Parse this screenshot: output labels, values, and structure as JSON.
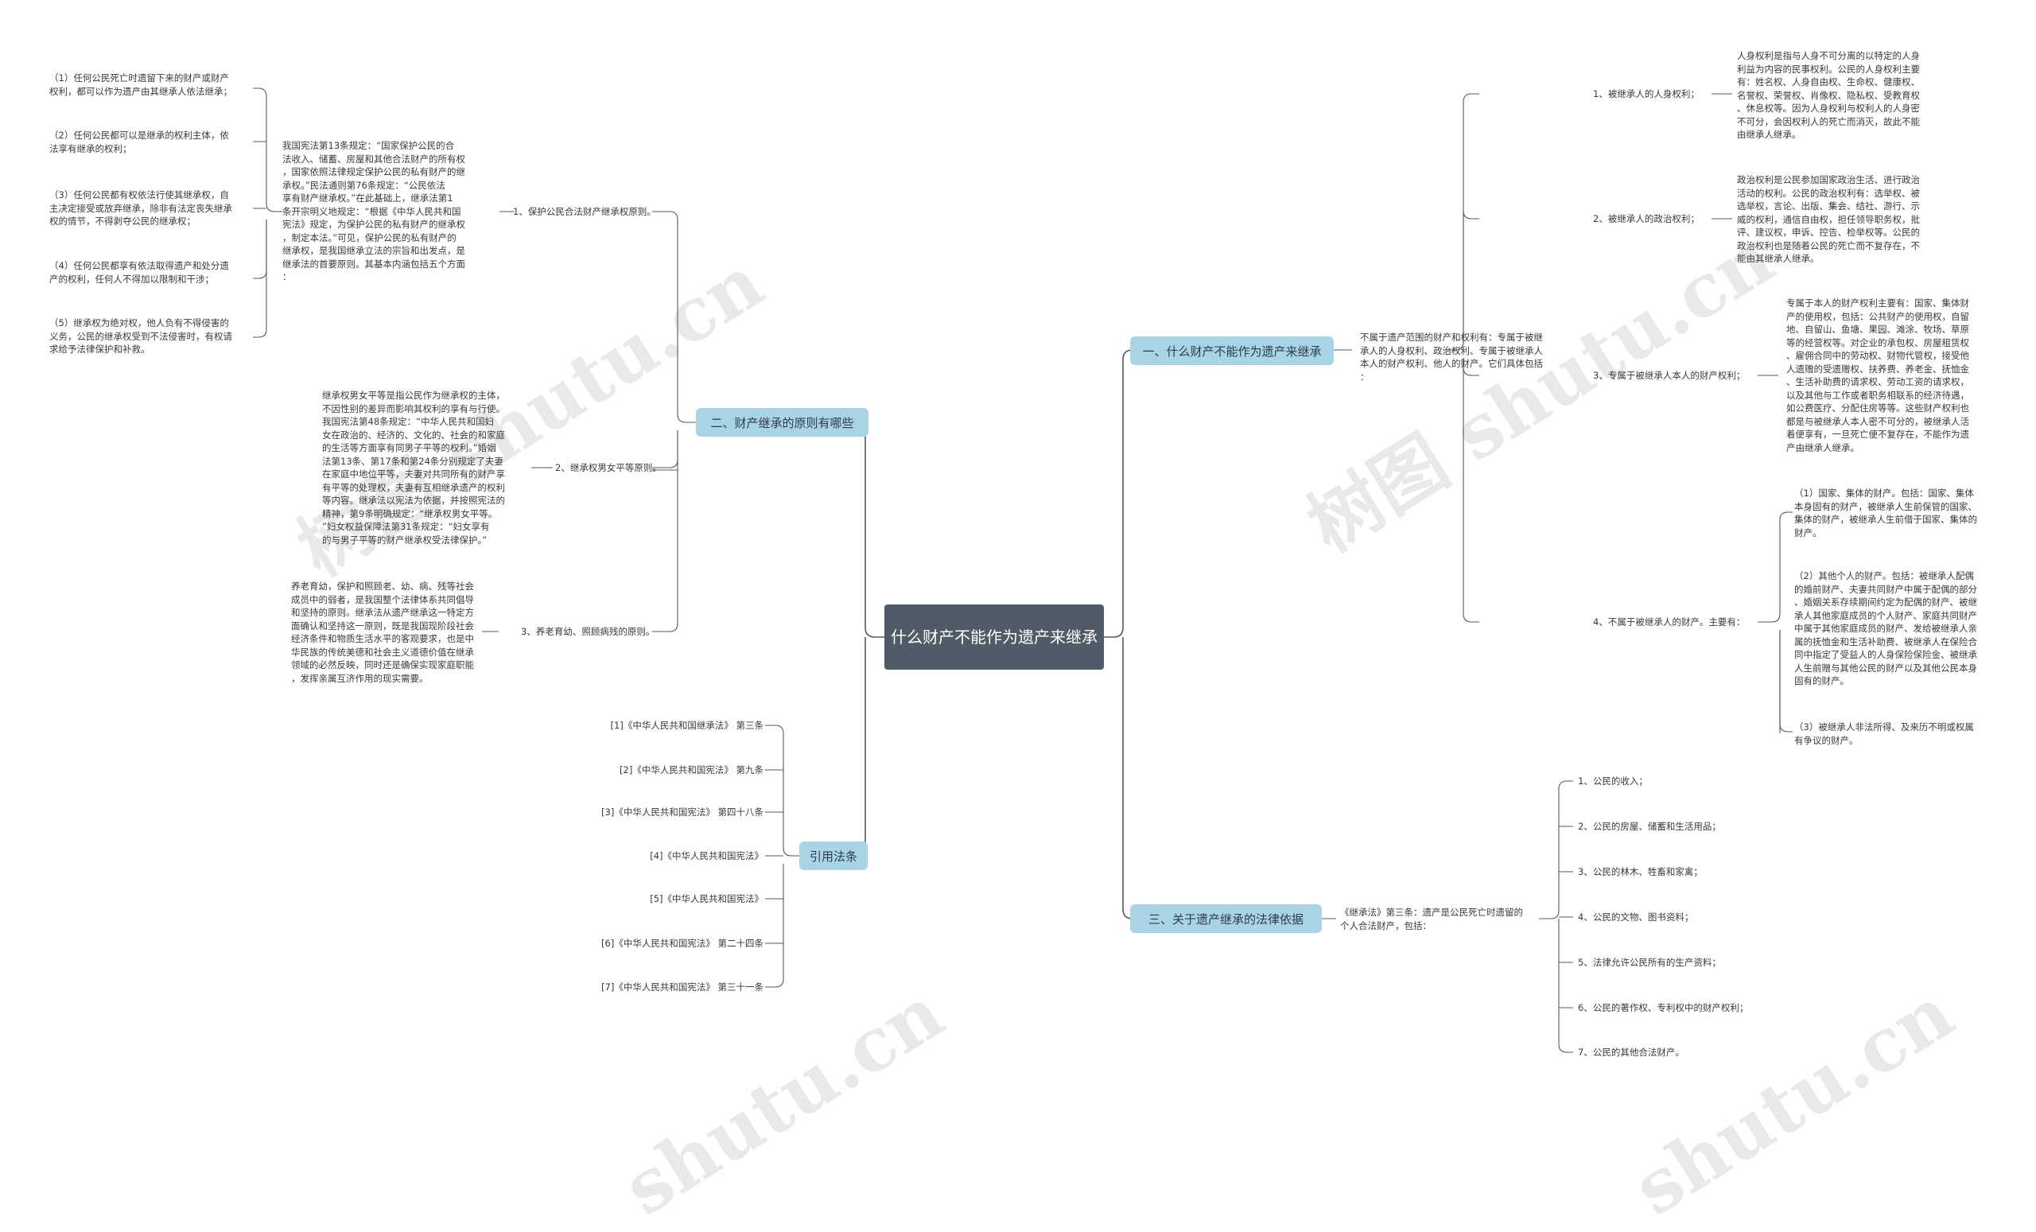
{
  "root": "什么财产不能作为遗产来继承",
  "watermarks": [
    "树图 shutu.cn",
    "树图 shutu.cn",
    "shutu.cn",
    "shutu.cn"
  ],
  "branches": {
    "b1": {
      "label": "一、什么财产不能作为遗产来继承",
      "intro": "不属于遗产范围的财产和权利有：专属于被继\n承人的人身权利、政治权利、专属于被继承人\n本人的财产权利、他人的财产。它们具体包括\n：",
      "items": [
        {
          "label": "1、被继承人的人身权利；",
          "detail": "人身权利是指与人身不可分离的以特定的人身\n利益为内容的民事权利。公民的人身权利主要\n有：姓名权、人身自由权、生命权、健康权、\n名誉权、荣誉权、肖像权、隐私权、受教育权\n、休息权等。因为人身权利与权利人的人身密\n不可分，会因权利人的死亡而消灭，故此不能\n由继承人继承。"
        },
        {
          "label": "2、被继承人的政治权利；",
          "detail": "政治权利是公民参加国家政治生活、进行政治\n活动的权利。公民的政治权利有：选举权、被\n选举权，言论、出版、集会、结社、游行、示\n威的权利，通信自由权，担任领导职务权，批\n评、建议权，申诉、控告、检举权等。公民的\n政治权利也是随着公民的死亡而不复存在，不\n能由其继承人继承。"
        },
        {
          "label": "3、专属于被继承人本人的财产权利；",
          "detail": "专属于本人的财产权利主要有：国家、集体财\n产的使用权，包括：公共财产的使用权，自留\n地、自留山、鱼塘、果园、滩涂、牧场、草原\n等的经营权等。对企业的承包权、房屋租赁权\n、雇佣合同中的劳动权、财物代管权，接受他\n人遗赠的受遗赠权、扶养费、养老金、抚恤金\n、生活补助费的请求权、劳动工资的请求权，\n以及其他与工作或者职务相联系的经济待遇，\n如公费医疗、分配住房等等。这些财产权利也\n都是与被继承人本人密不可分的，被继承人活\n着便享有，一旦死亡便不复存在，不能作为遗\n产由继承人继承。"
        },
        {
          "label": "4、不属于被继承人的财产。主要有：",
          "subs": [
            "（1）国家、集体的财产。包括：国家、集体\n本身固有的财产，被继承人生前保管的国家、\n集体的财产，被继承人生前借于国家、集体的\n财产。",
            "（2）其他个人的财产。包括：被继承人配偶\n的婚前财产、夫妻共同财产中属于配偶的部分\n、婚姻关系存续期间约定为配偶的财产、被继\n承人其他家庭成员的个人财产、家庭共同财产\n中属于其他家庭成员的财产、发给被继承人亲\n属的抚恤金和生活补助费、被继承人在保险合\n同中指定了受益人的人身保险保险金、被继承\n人生前赠与其他公民的财产以及其他公民本身\n固有的财产。",
            "（3）被继承人非法所得、及来历不明或权属\n有争议的财产。"
          ]
        }
      ]
    },
    "b2": {
      "label": "二、财产继承的原则有哪些",
      "items": [
        {
          "label": "1、保护公民合法财产继承权原则。",
          "detail": "我国宪法第13条规定：“国家保护公民的合\n法收入、储蓄、房屋和其他合法财产的所有权\n，国家依照法律规定保护公民的私有财产的继\n承权。”民法通则第76条规定：“公民依法\n享有财产继承权。”在此基础上，继承法第1\n条开宗明义地规定：“根据《中华人民共和国\n宪法》规定，为保护公民的私有财产的继承权\n，制定本法。”可见，保护公民的私有财产的\n继承权，是我国继承立法的宗旨和出发点，是\n继承法的首要原则。其基本内涵包括五个方面\n：",
          "subs": [
            "（1）任何公民死亡时遗留下来的财产或财产\n权利，都可以作为遗产由其继承人依法继承；",
            "（2）任何公民都可以是继承的权利主体，依\n法享有继承的权利；",
            "（3）任何公民都有权依法行使其继承权，自\n主决定接受或放弃继承，除非有法定丧失继承\n权的情节，不得剥夺公民的继承权；",
            "（4）任何公民都享有依法取得遗产和处分遗\n产的权利，任何人不得加以限制和干涉；",
            "（5）继承权为绝对权，他人负有不得侵害的\n义务，公民的继承权受到不法侵害时，有权请\n求给予法律保护和补救。"
          ]
        },
        {
          "label": "2、继承权男女平等原则。",
          "detail": "继承权男女平等是指公民作为继承权的主体，\n不因性别的差异而影响其权利的享有与行使。\n我国宪法第48条规定：“中华人民共和国妇\n女在政治的、经济的、文化的、社会的和家庭\n的生活等方面享有同男子平等的权利。”婚姻\n法第13条、第17条和第24条分别规定了夫妻\n在家庭中地位平等，夫妻对共同所有的财产享\n有平等的处理权，夫妻有互相继承遗产的权利\n等内容。继承法以宪法为依据，并按照宪法的\n精神，第9条明确规定：“继承权男女平等。\n”妇女权益保障法第31条规定：“妇女享有\n的与男子平等的财产继承权受法律保护。”"
        },
        {
          "label": "3、养老育幼、照顾病残的原则。",
          "detail": "养老育幼，保护和照顾老、幼、病、残等社会\n成员中的弱者，是我国整个法律体系共同倡导\n和坚持的原则。继承法从遗产继承这一特定方\n面确认和坚持这一原则，既是我国现阶段社会\n经济条件和物质生活水平的客观要求，也是中\n华民族的传统美德和社会主义道德价值在继承\n领域的必然反映，同时还是确保实现家庭职能\n，发挥亲属互济作用的现实需要。"
        }
      ]
    },
    "b3": {
      "label": "三、关于遗产继承的法律依据",
      "intro": "《继承法》第三条：遗产是公民死亡时遗留的\n个人合法财产，包括：",
      "items": [
        "1、公民的收入；",
        "2、公民的房屋、储蓄和生活用品；",
        "3、公民的林木、牲畜和家禽；",
        "4、公民的文物、图书资料；",
        "5、法律允许公民所有的生产资料；",
        "6、公民的著作权、专利权中的财产权利；",
        "7、公民的其他合法财产。"
      ]
    },
    "b4": {
      "label": "引用法条",
      "items": [
        "[1]《中华人民共和国继承法》 第三条",
        "[2]《中华人民共和国宪法》 第九条",
        "[3]《中华人民共和国宪法》 第四十八条",
        "[4]《中华人民共和国宪法》",
        "[5]《中华人民共和国宪法》",
        "[6]《中华人民共和国宪法》 第二十四条",
        "[7]《中华人民共和国宪法》 第三十一条"
      ]
    }
  }
}
